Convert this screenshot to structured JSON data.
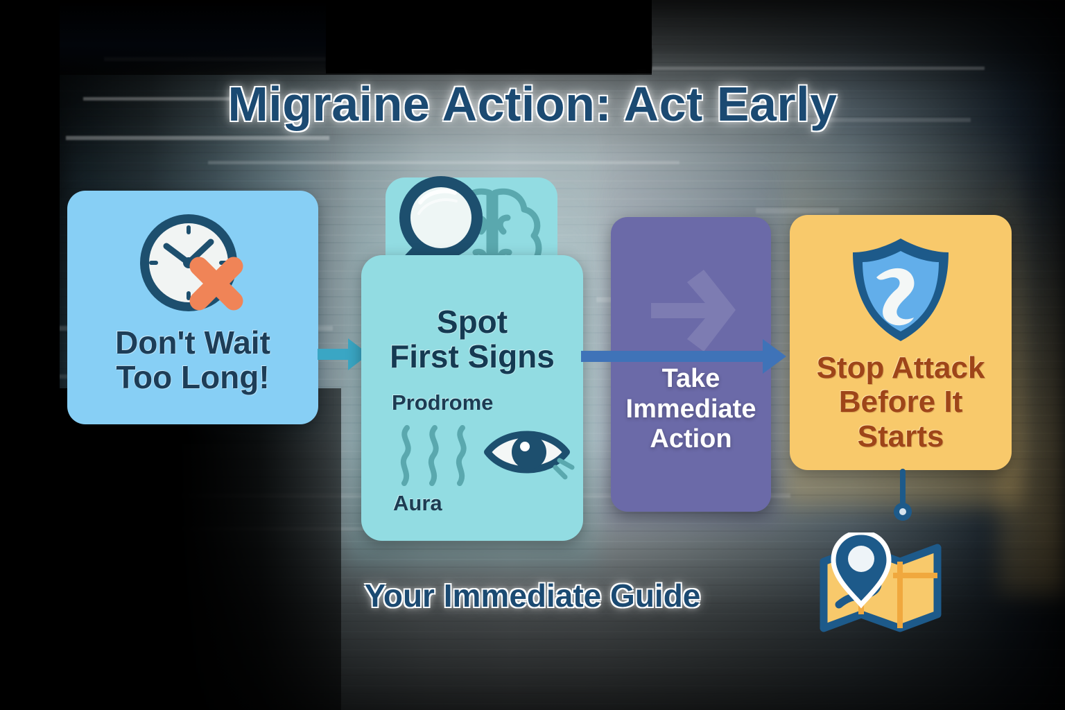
{
  "header": {
    "title": "Migraine Action: Act Early"
  },
  "footer": {
    "caption": "Your Immediate Guide"
  },
  "colors": {
    "title_text": "#1b4a72",
    "card_wait_bg": "#87cff5",
    "card_spot_bg": "#92dce2",
    "card_take_bg": "#6b6aa8",
    "card_stop_bg": "#f8c96b",
    "navy_ink": "#1d3d57",
    "rust_ink": "#9e4519",
    "orange_accent": "#f08457",
    "arrow_teal": "#3aa6c4",
    "arrow_blue": "#3f73b8",
    "teal_accent": "#5aa8ae"
  },
  "flow": {
    "steps": [
      {
        "id": "step-1",
        "name": "dont-wait",
        "title": "Don't Wait\nToo Long!",
        "icons": [
          "clock-icon",
          "x-mark-icon"
        ]
      },
      {
        "id": "step-2",
        "name": "spot-first-signs",
        "title": "Spot\nFirst Signs",
        "icons": [
          "magnifier-icon",
          "brain-icon",
          "wavy-lines-icon",
          "eye-icon"
        ],
        "labels": {
          "prodrome": "Prodrome",
          "aura": "Aura"
        }
      },
      {
        "id": "step-3",
        "name": "take-immediate-action",
        "title": "Take\nImmediate\nAction",
        "icons": [
          "arrow-right-watermark-icon"
        ]
      },
      {
        "id": "step-4",
        "name": "stop-attack",
        "title": "Stop Attack\nBefore It\nStarts",
        "icons": [
          "shield-icon"
        ]
      }
    ],
    "connectors": [
      {
        "name": "arrow-step1-to-step2",
        "icon": "arrow-right-icon",
        "color": "#3aa6c4"
      },
      {
        "name": "arrow-step2-to-step4",
        "icon": "arrow-right-icon",
        "color": "#3f73b8"
      },
      {
        "name": "pin-connector-step4-to-map",
        "icon": "pin-line-icon",
        "color": "#1d5a8a"
      }
    ],
    "extras": [
      {
        "name": "map-marker-graphic",
        "icon": "map-location-icon"
      }
    ]
  }
}
